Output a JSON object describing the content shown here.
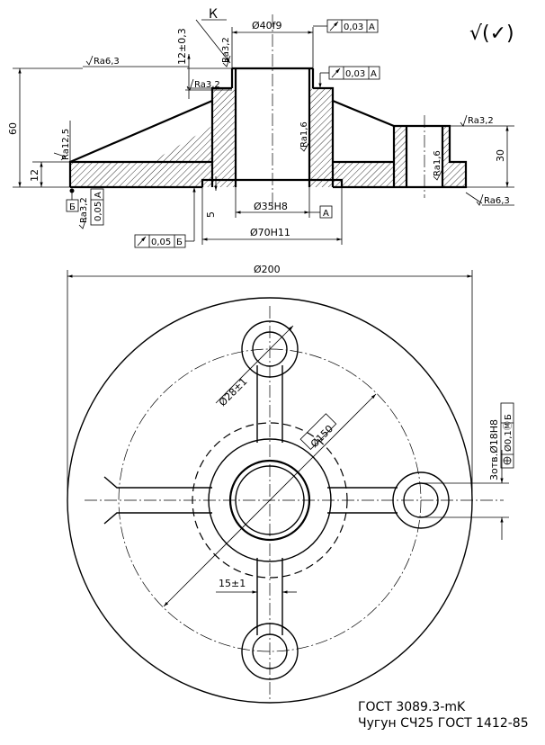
{
  "view_mark": "К",
  "top_right_symbol": "√(✓)",
  "dimensions": {
    "d40f9": "Ø40f9",
    "h12": "12±0,3",
    "h60": "60",
    "h12_left": "12",
    "h5": "5",
    "d35H8": "Ø35H8",
    "d70H11": "Ø70H11",
    "h30": "30",
    "d200": "Ø200",
    "d28": "Ø28±1",
    "d150": "Ø150",
    "w15": "15±1",
    "holes": "3отв.Ø18H8"
  },
  "roughness": {
    "ra63_top": "Ra6,3",
    "ra32_top": "Ra3,2",
    "ra32_mid": "Ra3,2",
    "ra125": "Ra12,5",
    "ra16_bore": "Ra1,6",
    "ra32_bottom": "Ra3,2",
    "ra32_right": "Ra3,2",
    "ra16_hole": "Ra1,6",
    "ra63_right": "Ra6,3"
  },
  "tolerances": {
    "runout_top": {
      "value": "0,03",
      "datum": "А"
    },
    "runout_mid": {
      "value": "0,03",
      "datum": "А"
    },
    "perp_left": {
      "value": "0,05",
      "datum": "А"
    },
    "runout_bottom": {
      "value": "0,05",
      "datum": "Б"
    },
    "position_holes": {
      "value": "Ø0,1Ⓜ",
      "datum": "Б"
    }
  },
  "datums": {
    "a": "А",
    "b": "Б"
  },
  "notes": {
    "standard": "ГОСТ 3089.3-mK",
    "material": "Чугун СЧ25 ГОСТ 1412-85"
  }
}
